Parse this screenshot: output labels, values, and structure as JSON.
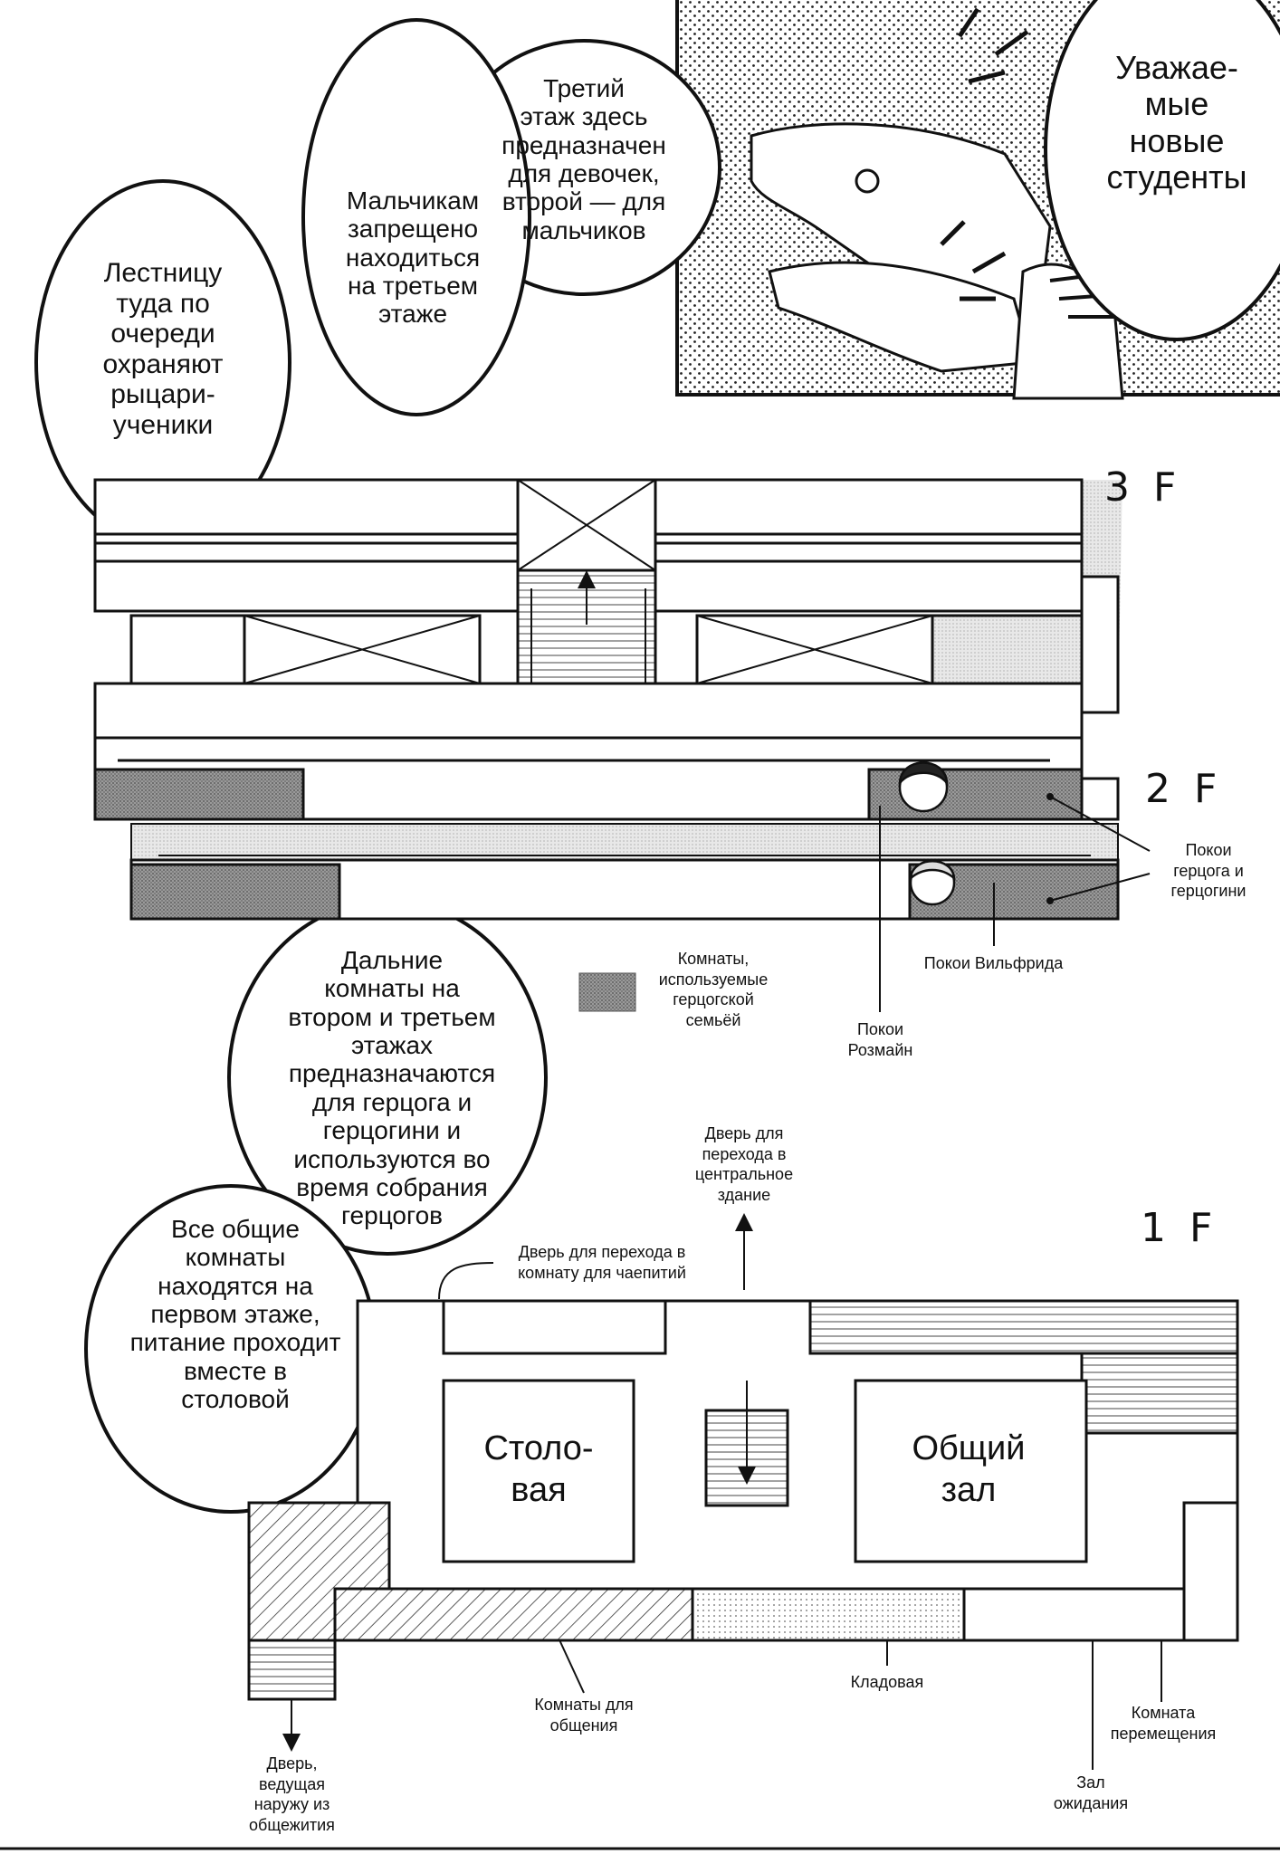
{
  "bubbles": {
    "students": [
      "Уважае-",
      "мые",
      "новые",
      "студенты"
    ],
    "third_floor": [
      "Третий",
      "этаж здесь",
      "предназначен",
      "для девочек,",
      "второй — для",
      "мальчиков"
    ],
    "boys": [
      "Мальчикам",
      "запрещено",
      "находиться",
      "на третьем",
      "этаже"
    ],
    "stairs": [
      "Лестницу",
      "туда по",
      "очереди",
      "охраняют",
      "рыцари-",
      "ученики"
    ],
    "far_rooms": [
      "Дальние",
      "комнаты на",
      "втором и третьем",
      "этажах",
      "предназначаются",
      "для герцога и",
      "герцогини и",
      "используются во",
      "время собрания",
      "герцогов"
    ],
    "common": [
      "Все общие",
      "комнаты",
      "находятся на",
      "первом этаже,",
      "питание проходит",
      "вместе в",
      "столовой"
    ]
  },
  "floors": {
    "third": "3 F",
    "second": "2 F",
    "first": "1 F"
  },
  "labels": {
    "duke_rooms": [
      "Покои",
      "герцога и",
      "герцогини"
    ],
    "wilfried": "Покои Вильфрида",
    "legend": [
      "Комнаты,",
      "используемые",
      "герцогской",
      "семьёй"
    ],
    "rozemyne": [
      "Покои",
      "Розмайн"
    ],
    "central_door": [
      "Дверь для",
      "перехода в",
      "центральное",
      "здание"
    ],
    "tea_door": [
      "Дверь для перехода в",
      "комнату для чаепитий"
    ],
    "dining": [
      "Столо-",
      "вая"
    ],
    "hall": [
      "Общий",
      "зал"
    ],
    "social_rooms": [
      "Комнаты для",
      "общения"
    ],
    "storage": "Кладовая",
    "transfer_room": [
      "Комната",
      "перемещения"
    ],
    "waiting_hall": [
      "Зал",
      "ожидания"
    ],
    "exit_door": [
      "Дверь,",
      "ведущая",
      "наружу из",
      "общежития"
    ]
  }
}
